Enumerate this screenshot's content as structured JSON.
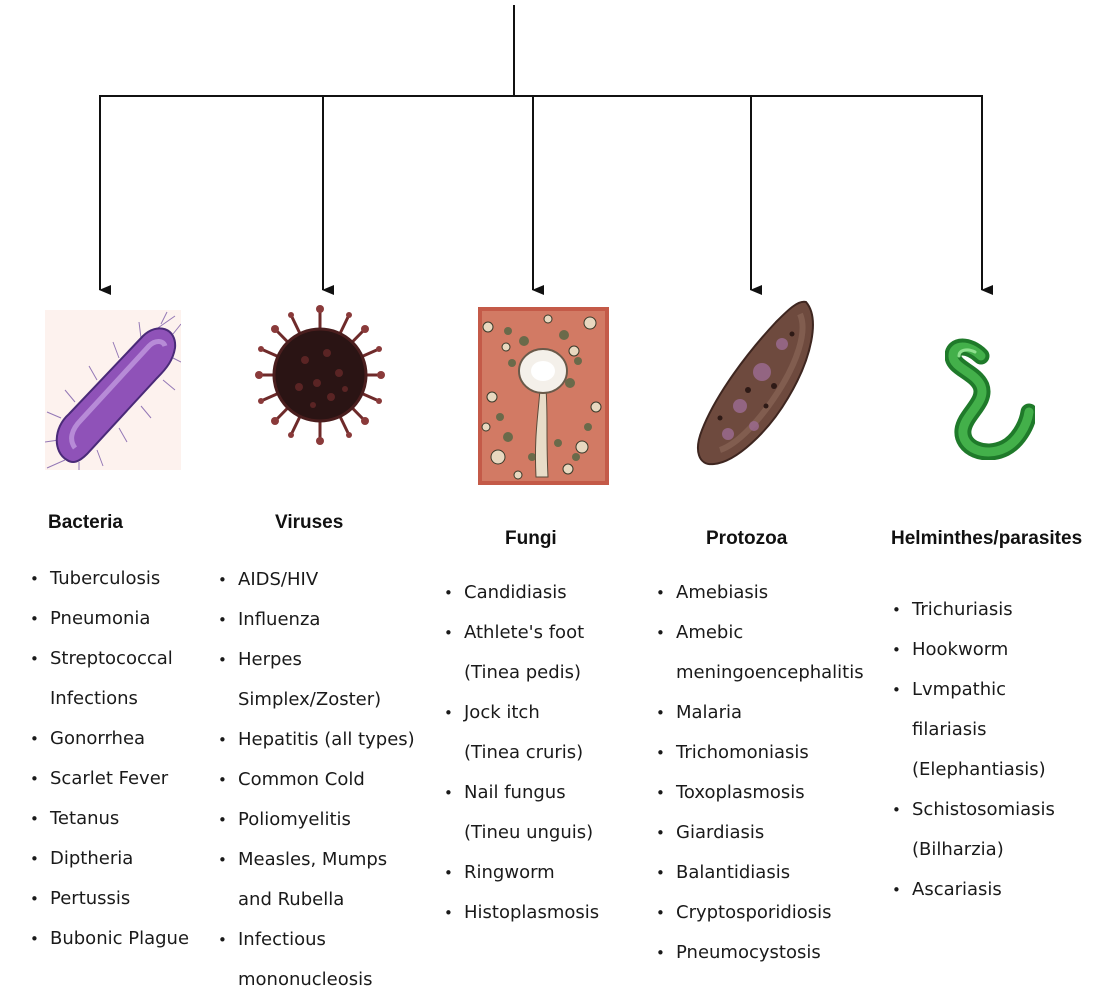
{
  "categories": [
    {
      "id": "bacteria",
      "heading": "Bacteria",
      "icon": "bacterium-icon",
      "items": [
        [
          "Tuberculosis"
        ],
        [
          "Pneumonia"
        ],
        [
          "Streptococcal",
          "Infections"
        ],
        [
          "Gonorrhea"
        ],
        [
          "Scarlet Fever"
        ],
        [
          "Tetanus"
        ],
        [
          "Diptheria"
        ],
        [
          "Pertussis"
        ],
        [
          "Bubonic Plague"
        ]
      ]
    },
    {
      "id": "viruses",
      "heading": "Viruses",
      "icon": "virus-icon",
      "items": [
        [
          "AIDS/HIV"
        ],
        [
          "Influenza"
        ],
        [
          "Herpes",
          "Simplex/Zoster)"
        ],
        [
          "Hepatitis (all types)"
        ],
        [
          "Common Cold"
        ],
        [
          "Poliomyelitis"
        ],
        [
          "Measles, Mumps",
          "and Rubella"
        ],
        [
          "Infectious",
          "mononucleosis"
        ]
      ]
    },
    {
      "id": "fungi",
      "heading": "Fungi",
      "icon": "fungus-icon",
      "items": [
        [
          "Candidiasis"
        ],
        [
          "Athlete's foot",
          "(Tinea pedis)"
        ],
        [
          "Jock itch",
          "(Tinea cruris)"
        ],
        [
          "Nail fungus",
          "(Tineu unguis)"
        ],
        [
          "Ringworm"
        ],
        [
          "Histoplasmosis"
        ]
      ]
    },
    {
      "id": "protozoa",
      "heading": "Protozoa",
      "icon": "protozoan-icon",
      "items": [
        [
          "Amebiasis"
        ],
        [
          "Amebic",
          "meningoencephalitis"
        ],
        [
          "Malaria"
        ],
        [
          "Trichomoniasis"
        ],
        [
          "Toxoplasmosis"
        ],
        [
          "Giardiasis"
        ],
        [
          "Balantidiasis"
        ],
        [
          "Cryptosporidiosis"
        ],
        [
          "Pneumocystosis"
        ]
      ]
    },
    {
      "id": "helminthes",
      "heading": "Helminthes/parasites",
      "icon": "worm-icon",
      "items": [
        [
          "Trichuriasis"
        ],
        [
          "Hookworm"
        ],
        [
          "Lvmpathic",
          "filariasis",
          "(Elephantiasis)"
        ],
        [
          "Schistosomiasis",
          "(Bilharzia)"
        ],
        [
          "Ascariasis"
        ]
      ]
    }
  ]
}
